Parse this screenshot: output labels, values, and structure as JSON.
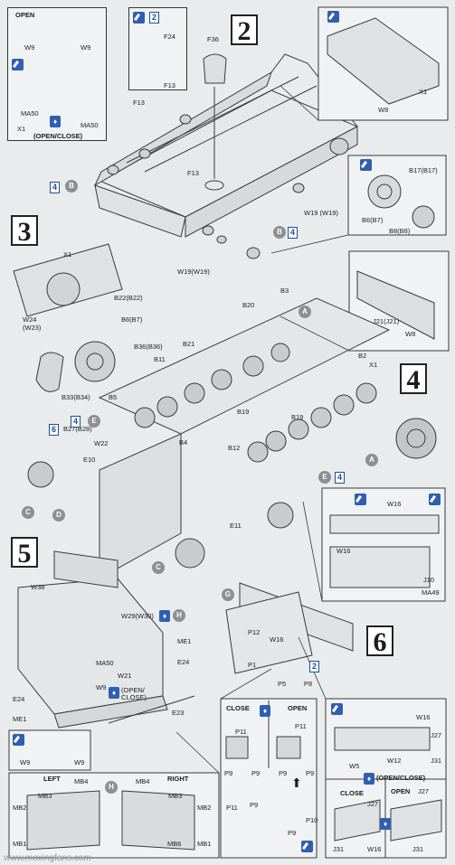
{
  "steps": {
    "s2": "2",
    "s3": "3",
    "s4": "4",
    "s5": "5",
    "s6": "6"
  },
  "open_box": {
    "title": "OPEN",
    "w9a": "W9",
    "w9b": "W9",
    "x1": "X1",
    "ma50a": "MA50",
    "ma50b": "MA50",
    "caption": "(OPEN/CLOSE)"
  },
  "f_box": {
    "qty": "2",
    "f24": "F24",
    "f13": "F13"
  },
  "step2": {
    "f36": "F36",
    "f13a": "F13",
    "f13b": "F13",
    "w8": "W8",
    "x1": "X1",
    "b17": "B17(B17)",
    "b6": "B6(B7)",
    "b8": "B8(B8)",
    "w19a": "W19 (W19)",
    "w19b": "W19(W19)",
    "qty_a": "4",
    "circ_b1": "B",
    "circ_b2": "B",
    "qty_b": "4"
  },
  "step3": {
    "x1": "X1",
    "b22": "B22(B22)",
    "b6": "B6(B7)",
    "w24": "W24",
    "w23": "(W23)",
    "b36": "B36(B36)",
    "b33": "B33(B34)",
    "b27": "B27(B28)",
    "qty6": "6",
    "j21": "J21(J21)",
    "w8": "W8"
  },
  "step4": {
    "b20": "B20",
    "b3": "B3",
    "circ_a1": "A",
    "b21": "B21",
    "b2": "B2",
    "x1": "X1",
    "b11": "B11",
    "b5": "B5",
    "qty4": "4",
    "circ_e1": "E",
    "b19a": "B19",
    "b19b": "B19",
    "b4": "B4",
    "w22": "W22",
    "b12": "B12",
    "e10": "E10",
    "circ_a2": "A",
    "circ_e2": "E",
    "qty4b": "4",
    "circ_c1": "C",
    "circ_d": "D",
    "e11": "E11",
    "circ_c2": "C"
  },
  "detail4": {
    "w16a": "W16",
    "w16b": "W16",
    "j10": "J10",
    "ma49": "MA49"
  },
  "step5": {
    "w38": "W38",
    "w29": "W29(W30)",
    "circ_h1": "H",
    "me1a": "ME1",
    "e24a": "E24",
    "ma50": "MA50",
    "w21": "W21",
    "w9": "W9",
    "openclose": "(OPEN/\nCLOSE)",
    "e24b": "E24",
    "me1b": "ME1",
    "e23": "E23",
    "open_w9a": "W9",
    "open_w9b": "W9"
  },
  "hinge_box": {
    "left": "LEFT",
    "right": "RIGHT",
    "circ_h": "H",
    "mb4a": "MB4",
    "mb3a": "MB3",
    "mb2a": "MB2",
    "mb1a": "MB1",
    "mb4b": "MB4",
    "mb3b": "MB3",
    "mb2b": "MB2",
    "mb1b": "MB1",
    "mb6": "MB6"
  },
  "step6": {
    "circ_g": "G",
    "p12": "P12",
    "w16": "W16",
    "p1": "P1",
    "p5": "P5",
    "p8": "P8",
    "h2": "2"
  },
  "p_box": {
    "close": "CLOSE",
    "open": "OPEN",
    "p11a": "P11",
    "p11b": "P11",
    "p9a": "P9",
    "p9b": "P9",
    "p9c": "P9",
    "p9d": "P9",
    "p11c": "P11",
    "p9e": "P9",
    "p10": "P10",
    "p9f": "P9"
  },
  "w_box": {
    "w16": "W16",
    "j27a": "J27",
    "w5": "W5",
    "w12": "W12",
    "j31a": "J31",
    "openclose": "(OPEN/CLOSE)",
    "close": "CLOSE",
    "open": "OPEN",
    "j27b": "J27",
    "j27c": "J27",
    "j31b": "J31",
    "w16b": "W16",
    "j31c": "J31"
  },
  "watermark": "www.moxingfans.com"
}
